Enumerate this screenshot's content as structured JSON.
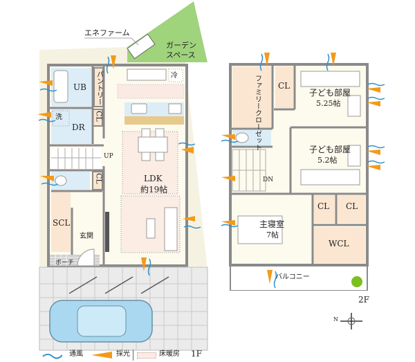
{
  "colors": {
    "wall": "#8a8a8a",
    "yard": "#f6f2e1",
    "room_floor": "#fdfaee",
    "wet_area": "#dcedf7",
    "storage": "#fae6d1",
    "garden": "#9fd37c",
    "counter": "#e7c98b",
    "paving": "#ebebeb",
    "car": "#a9d8f0",
    "light_arrow": "#f39a1a",
    "wind": "#2f8fd0",
    "tree": "#7cbf1e"
  },
  "floor1": {
    "level_label": "1F",
    "rooms": {
      "ldk": "LDK",
      "ldk_size": "約19帖",
      "ub": "UB",
      "pantry": "パントリー",
      "cl1": "CL",
      "cl2": "CL",
      "dr": "DR",
      "wash": "洗",
      "fridge": "冷",
      "up": "UP",
      "scl": "SCL",
      "entrance": "玄関",
      "porch": "ポーチ"
    },
    "exterior": {
      "ene_farm": "エネファーム",
      "garden_space_line1": "ガーデン",
      "garden_space_line2": "スペース"
    }
  },
  "floor2": {
    "level_label": "2F",
    "rooms": {
      "family_closet": "ファミリークローゼット",
      "cl_top": "CL",
      "kids1": "子ども部屋",
      "kids1_size": "5.25帖",
      "kids2": "子ども部屋",
      "kids2_size": "5.2帖",
      "dn": "DN",
      "master": "主寝室",
      "master_size": "7帖",
      "cl_a": "CL",
      "cl_b": "CL",
      "wcl": "WCL",
      "balcony": "バルコニー"
    }
  },
  "compass": {
    "label": "N"
  },
  "legend": {
    "wind": "通風",
    "light": "採光",
    "floor_heating": "床暖房"
  }
}
